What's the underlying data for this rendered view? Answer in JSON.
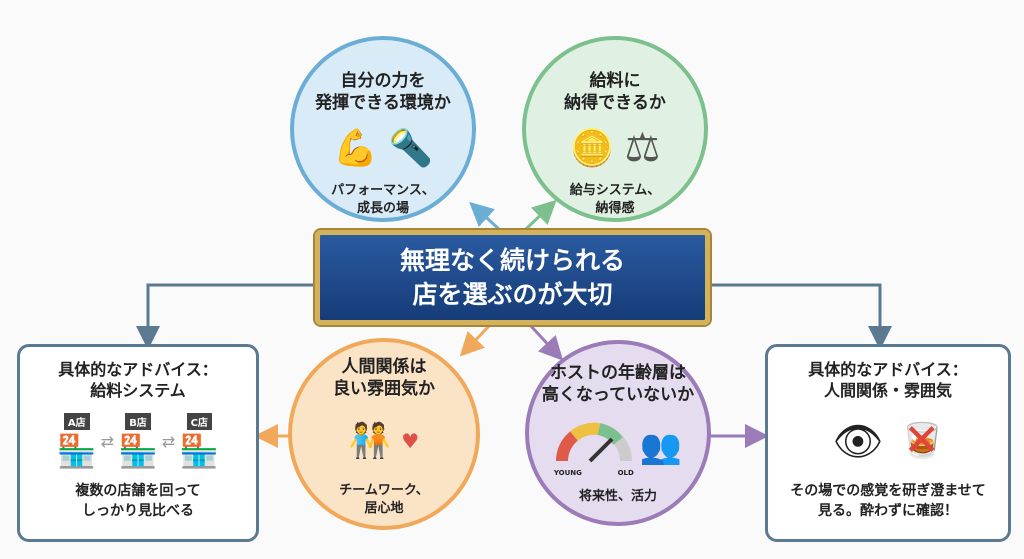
{
  "center": {
    "line1": "無理なく続けられる",
    "line2": "店を選ぶのが大切"
  },
  "circles": [
    {
      "title1": "自分の力を",
      "title2": "発揮できる環境か",
      "sub1": "パフォーマンス、",
      "sub2": "成長の場",
      "color": "#6aaed6",
      "fill": "#d9ebf7"
    },
    {
      "title1": "給料に",
      "title2": "納得できるか",
      "sub1": "給与システム、",
      "sub2": "納得感",
      "color": "#7cc08e",
      "fill": "#e0f1e3"
    },
    {
      "title1": "人間関係は",
      "title2": "良い雰囲気か",
      "sub1": "チームワーク、",
      "sub2": "居心地",
      "color": "#f0a95a",
      "fill": "#fbe3c6"
    },
    {
      "title1": "ホストの年齢層は",
      "title2": "高くなっていないか",
      "sub1": "将来性、活力",
      "gauge_young": "YOUNG",
      "gauge_old": "OLD",
      "color": "#9b7bb8",
      "fill": "#e6dcef"
    }
  ],
  "left_box": {
    "title1": "具体的なアドバイス：",
    "title2": "給料システム",
    "shops": [
      "A店",
      "B店",
      "C店"
    ],
    "sub1": "複数の店舗を回って",
    "sub2": "しっかり見比べる"
  },
  "right_box": {
    "title1": "具体的なアドバイス：",
    "title2": "人間関係・雰囲気",
    "sub1": "その場での感覚を研ぎ澄ませて",
    "sub2": "見る。酔わずに確認！"
  }
}
